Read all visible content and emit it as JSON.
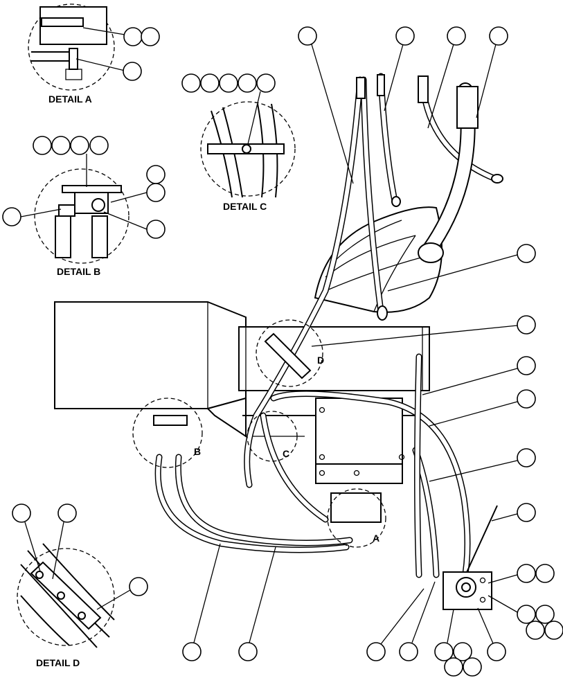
{
  "details": [
    {
      "id": "detail-a",
      "label": "DETAIL A"
    },
    {
      "id": "detail-b",
      "label": "DETAIL B"
    },
    {
      "id": "detail-c",
      "label": "DETAIL C"
    },
    {
      "id": "detail-d",
      "label": "DETAIL D"
    }
  ],
  "callouts": [
    {
      "id": "a",
      "letter": "A"
    },
    {
      "id": "b",
      "letter": "B"
    },
    {
      "id": "c",
      "letter": "C"
    },
    {
      "id": "d",
      "letter": "D"
    }
  ]
}
